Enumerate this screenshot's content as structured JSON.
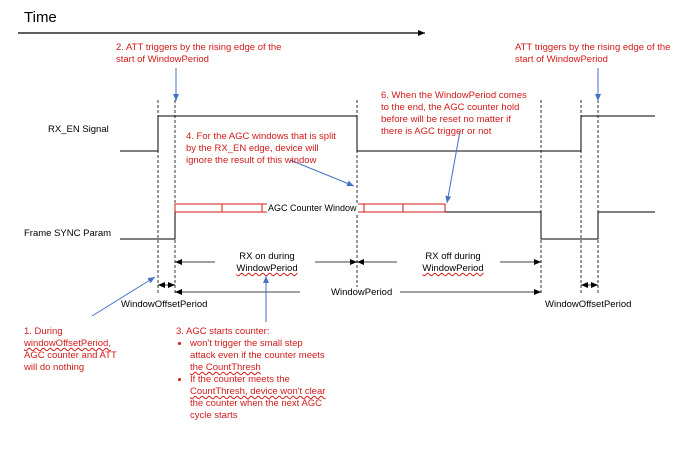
{
  "title": "Time",
  "signals": {
    "rx_en": "RX_EN Signal",
    "frame_sync": "Frame SYNC Param"
  },
  "window_label": "AGC Counter Window",
  "periods": {
    "rx_on": [
      "RX on during",
      "WindowPeriod"
    ],
    "rx_off": [
      "RX off during",
      "WindowPeriod"
    ],
    "offset_left": "WindowOffsetPeriod",
    "window": "WindowPeriod",
    "offset_right": "WindowOffsetPeriod"
  },
  "notes": {
    "n1": [
      "1. During",
      "windowOffsetPeriod,",
      "AGC counter and ATT",
      "will do nothing"
    ],
    "n2": [
      "2. ATT triggers by the rising edge of the",
      "start of WindowPeriod"
    ],
    "n2b": [
      "ATT triggers by the rising edge of the",
      "start of WindowPeriod"
    ],
    "n3": {
      "head": "3. AGC starts counter:",
      "b1": [
        "won't trigger the small step",
        "attack even if the counter meets",
        "the CountThresh"
      ],
      "b2": [
        "If the counter meets the",
        "CountThresh, device won't clear",
        "the counter when the next AGC",
        "cycle starts"
      ]
    },
    "n4": [
      "4. For the AGC windows that is split",
      "by the RX_EN edge, device will",
      "ignore the result of this window"
    ],
    "n6": [
      "6. When the WindowPeriod comes",
      "to the end, the AGC counter hold",
      "before will be reset no matter if",
      "there is AGC trigger or not"
    ]
  },
  "colors": {
    "note": "#d11a1a",
    "arrow": "#4472c4",
    "line": "#000000"
  }
}
